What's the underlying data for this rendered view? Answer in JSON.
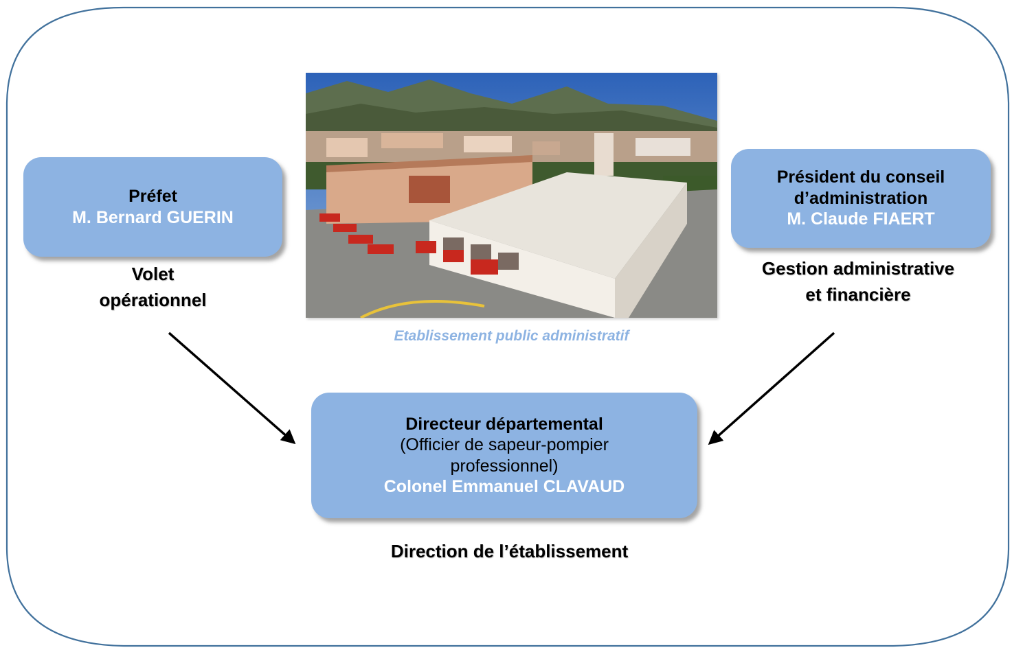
{
  "prefet": {
    "title": "Préfet",
    "name": "M. Bernard GUERIN",
    "role_line1": "Volet",
    "role_line2": "opérationnel"
  },
  "president": {
    "title_line1": "Président du conseil",
    "title_line2": "d’administration",
    "name": "M. Claude FIAERT",
    "role_line1": "Gestion administrative",
    "role_line2": "et financière"
  },
  "directeur": {
    "title": "Directeur départemental",
    "sub_line1": "(Officier de sapeur-pompier",
    "sub_line2": "professionnel)",
    "name": "Colonel Emmanuel CLAVAUD",
    "role": "Direction de l’établissement"
  },
  "photo": {
    "caption": "Etablissement public administratif",
    "icon": "fire-station-aerial-photo"
  },
  "colors": {
    "box_fill": "#8db3e2",
    "frame_stroke": "#41719c",
    "caption": "#8db3e2",
    "arrow": "#000000"
  }
}
